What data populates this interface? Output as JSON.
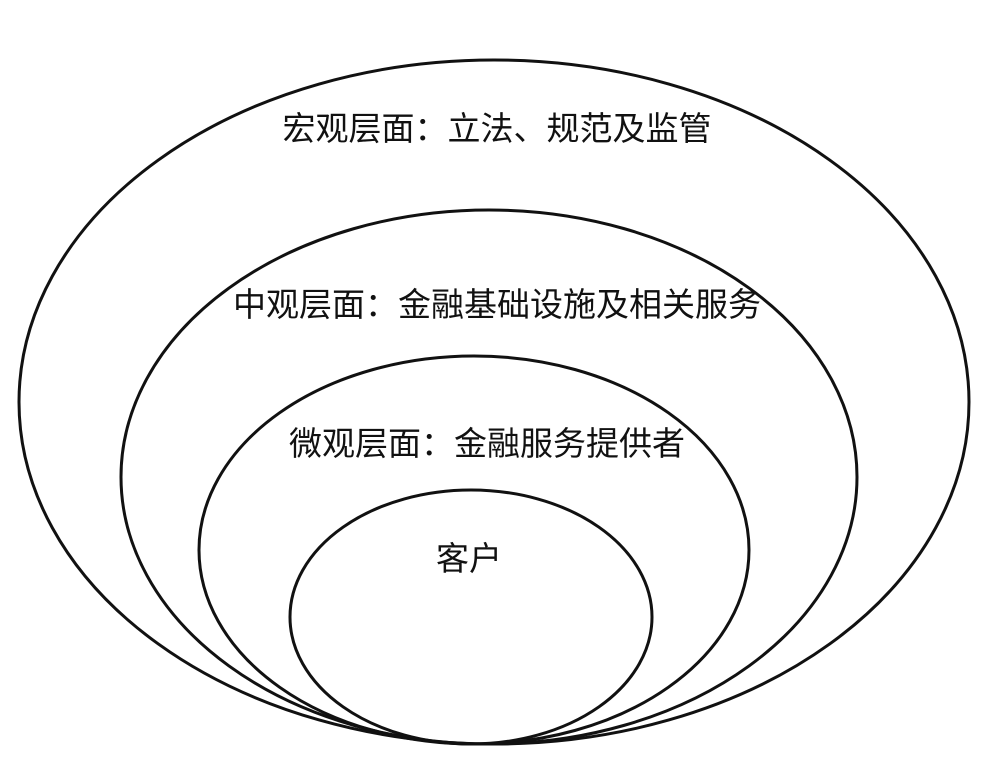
{
  "layers": {
    "macro": {
      "label": "宏观层面：立法、规范及监管"
    },
    "meso": {
      "label": "中观层面：金融基础设施及相关服务"
    },
    "micro": {
      "label": "微观层面：金融服务提供者"
    },
    "client": {
      "label": "客户"
    }
  },
  "colors": {
    "stroke": "#111111",
    "text": "#111111",
    "background": "#ffffff"
  }
}
